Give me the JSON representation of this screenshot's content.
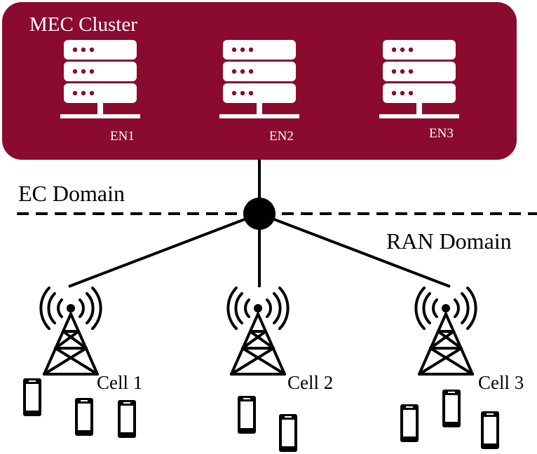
{
  "cluster": {
    "title": "MEC Cluster",
    "fill_color": "#8a0a30",
    "nodes": [
      {
        "label": "EN1",
        "icon": "server-rack-icon"
      },
      {
        "label": "EN2",
        "icon": "server-rack-icon"
      },
      {
        "label": "EN3",
        "icon": "server-rack-icon"
      }
    ]
  },
  "domains": {
    "ec": "EC Domain",
    "ran": "RAN Domain"
  },
  "switch_icon": "network-hub-node",
  "cells": [
    {
      "label": "Cell 1",
      "icon": "cell-tower-icon",
      "devices": 3
    },
    {
      "label": "Cell 2",
      "icon": "cell-tower-icon",
      "devices": 2
    },
    {
      "label": "Cell 3",
      "icon": "cell-tower-icon",
      "devices": 3
    }
  ],
  "device_icon": "smartphone-icon"
}
